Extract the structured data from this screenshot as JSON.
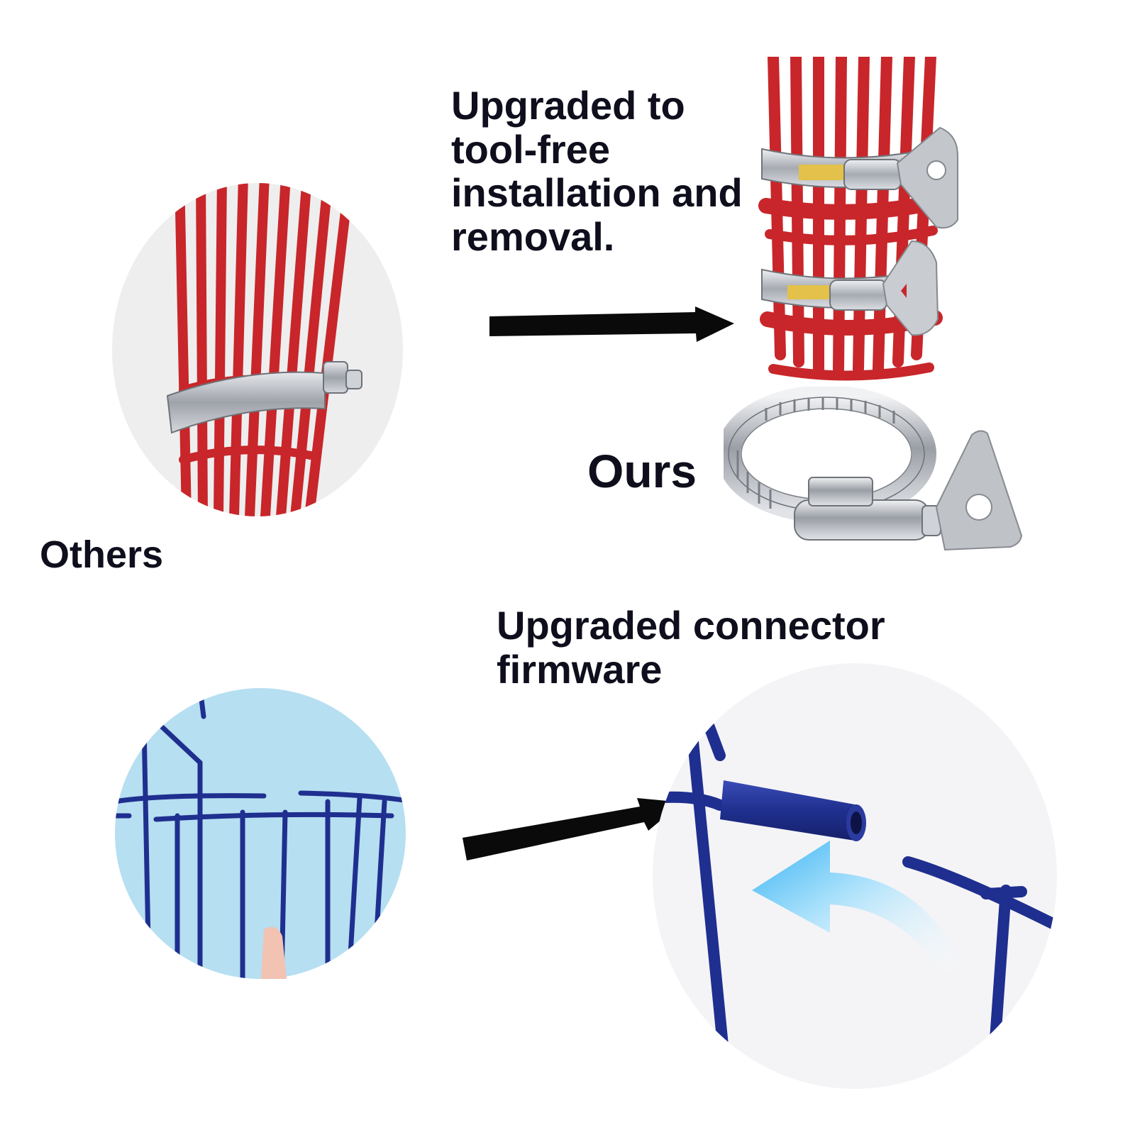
{
  "labels": {
    "others": "Others",
    "ours": "Ours",
    "clamp_upgrade": "Upgraded to tool-free installation and removal.",
    "connector_upgrade": "Upgraded connector firmware"
  },
  "images": [
    {
      "name": "red-cage-old-screw-clamp"
    },
    {
      "name": "red-cage-wing-clamps"
    },
    {
      "name": "wing-hose-clamp"
    },
    {
      "name": "blue-cage-old-joint"
    },
    {
      "name": "blue-cage-sleeve-connector"
    }
  ],
  "colors": {
    "text": "#0e0e1c",
    "red_wire": "#c8262a",
    "blue_wire": "#1f2f8f",
    "steel": "#b9bcc2",
    "light_blue_bg": "#b6dff1",
    "arrow": "#0a0a0a"
  }
}
